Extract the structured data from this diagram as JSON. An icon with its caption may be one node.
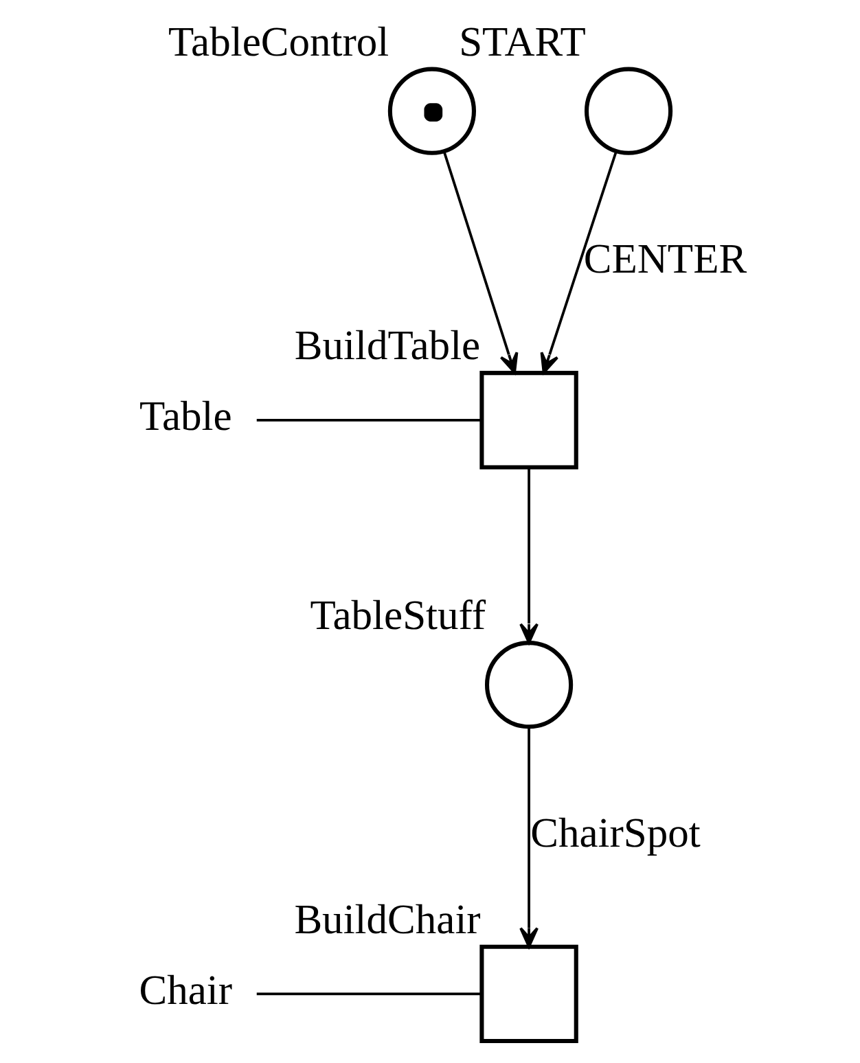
{
  "diagram": {
    "nodes": [
      {
        "text": [],
        "shape": "circle",
        "beside": [
          "TableControl"
        ]
      },
      {
        "text": [],
        "shape": "circle",
        "beside": [
          "START"
        ]
      },
      {
        "text": [],
        "shape": "box",
        "beside": [
          "BuildTable"
        ]
      },
      {
        "text": [],
        "shape": "circle",
        "beside": [
          "TableStuff"
        ]
      },
      {
        "text": [],
        "shape": "box",
        "beside": [
          "BuildChair"
        ]
      },
      {
        "text": [
          "Table"
        ]
      },
      {
        "text": [
          "Chair"
        ]
      }
    ],
    "edges": [
      {
        "from": 0,
        "to": 2,
        "arrow": "to"
      },
      {
        "from": 1,
        "to": 2,
        "arrow": "to",
        "label": "CENTER"
      },
      {
        "from": 2,
        "to": 3,
        "arrow": "to"
      },
      {
        "from": 3,
        "to": 4,
        "arrow": "to",
        "label": "ChairSpot"
      },
      {
        "from": 5,
        "to": 2,
        "arrow": "none"
      },
      {
        "from": 6,
        "to": 4,
        "arrow": "none"
      }
    ]
  }
}
